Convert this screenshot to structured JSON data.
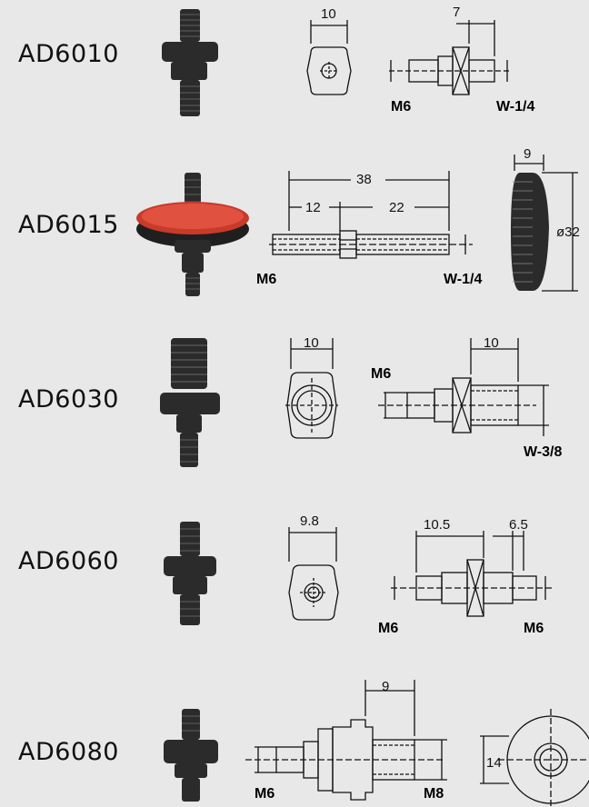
{
  "products": [
    {
      "code": "AD6010",
      "dims": {
        "top_left": "10",
        "top_right": "7"
      },
      "threads": {
        "left": "M6",
        "right": "W-1/4"
      }
    },
    {
      "code": "AD6015",
      "dims": {
        "overall": "38",
        "left": "12",
        "right": "22",
        "side_width": "9",
        "diameter": "ø32"
      },
      "threads": {
        "left": "M6",
        "right": "W-1/4"
      }
    },
    {
      "code": "AD6030",
      "dims": {
        "top_left": "10",
        "top_right": "10"
      },
      "threads": {
        "left": "M6",
        "right": "W-3/8"
      }
    },
    {
      "code": "AD6060",
      "dims": {
        "top_left": "9.8",
        "top_mid": "10.5",
        "top_right": "6.5"
      },
      "threads": {
        "left": "M6",
        "right": "M6"
      }
    },
    {
      "code": "AD6080",
      "dims": {
        "top": "9",
        "side": "14"
      },
      "threads": {
        "left": "M6",
        "right": "M8"
      }
    }
  ],
  "colors": {
    "line": "#111111",
    "metal": "#2a2a2a",
    "pad": "#e0523f",
    "background": "#e8e8e8"
  }
}
